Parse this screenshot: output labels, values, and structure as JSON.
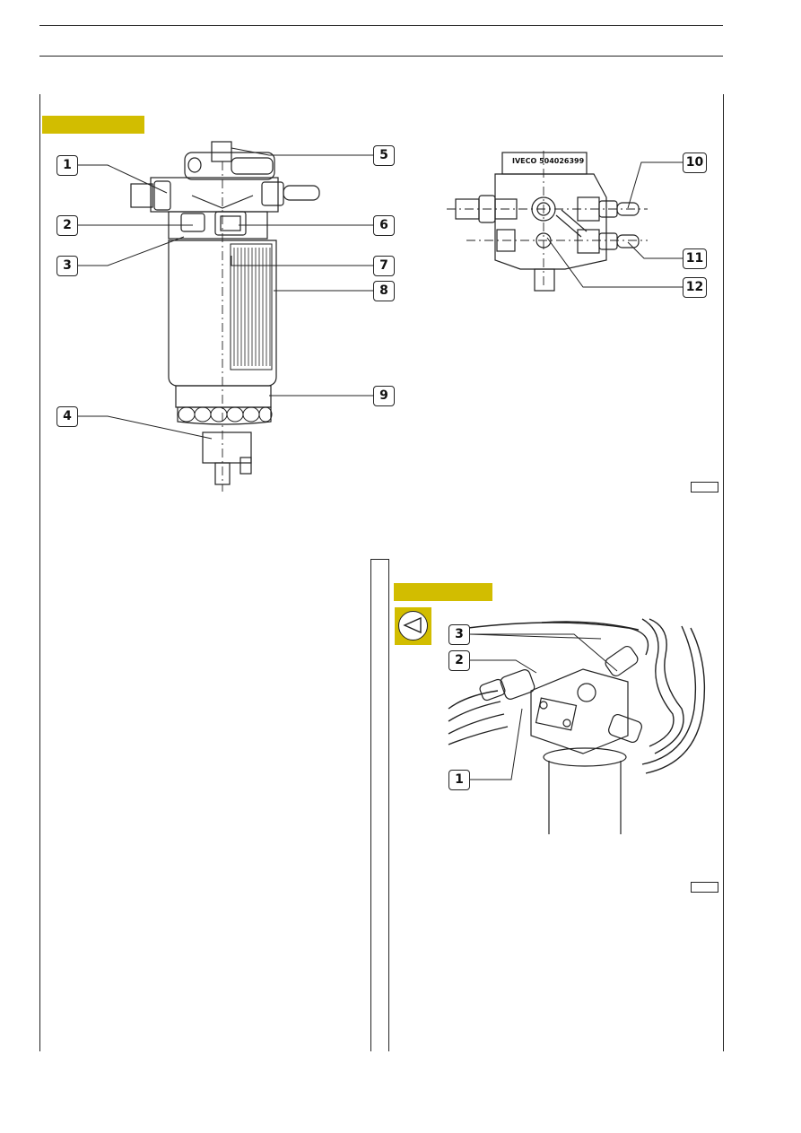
{
  "figure_a": {
    "callouts": [
      "1",
      "2",
      "3",
      "4",
      "5",
      "6",
      "7",
      "8",
      "9",
      "10",
      "11",
      "12"
    ],
    "body_marking": "IVECO 504026399"
  },
  "figure_b": {
    "callouts": [
      "1",
      "2",
      "3"
    ]
  }
}
